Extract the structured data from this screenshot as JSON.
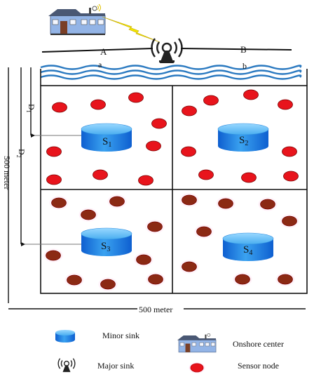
{
  "labels": {
    "A": "A",
    "B": "B",
    "a": "a",
    "b": "b",
    "D1": "D",
    "D1_sub": "1",
    "D2": "D",
    "D2_sub": "2",
    "height": "500 meter",
    "width": "500 meter"
  },
  "sinks": [
    {
      "letter": "S",
      "sub": "1"
    },
    {
      "letter": "S",
      "sub": "2"
    },
    {
      "letter": "S",
      "sub": "3"
    },
    {
      "letter": "S",
      "sub": "4"
    }
  ],
  "legend": {
    "minor_sink": "Minor sink",
    "major_sink": "Major sink",
    "onshore_center": "Onshore center",
    "sensor_node": "Sensor node"
  },
  "colors": {
    "red_node": "#e8141c",
    "brown_node": "#8b2a14",
    "node_glow": "#ff9fd6",
    "sink_top": "#5ab8f2",
    "sink_side": "#1671e0",
    "lightning": "#f2e600",
    "wave": "#2a79c0",
    "house_wall": "#8fb0e0",
    "house_roof": "#4b5a73"
  },
  "icons": [
    "base-station-icon",
    "house-icon",
    "lightning-icon",
    "wave-surface",
    "minor-sink-icon",
    "sensor-node-icon"
  ]
}
